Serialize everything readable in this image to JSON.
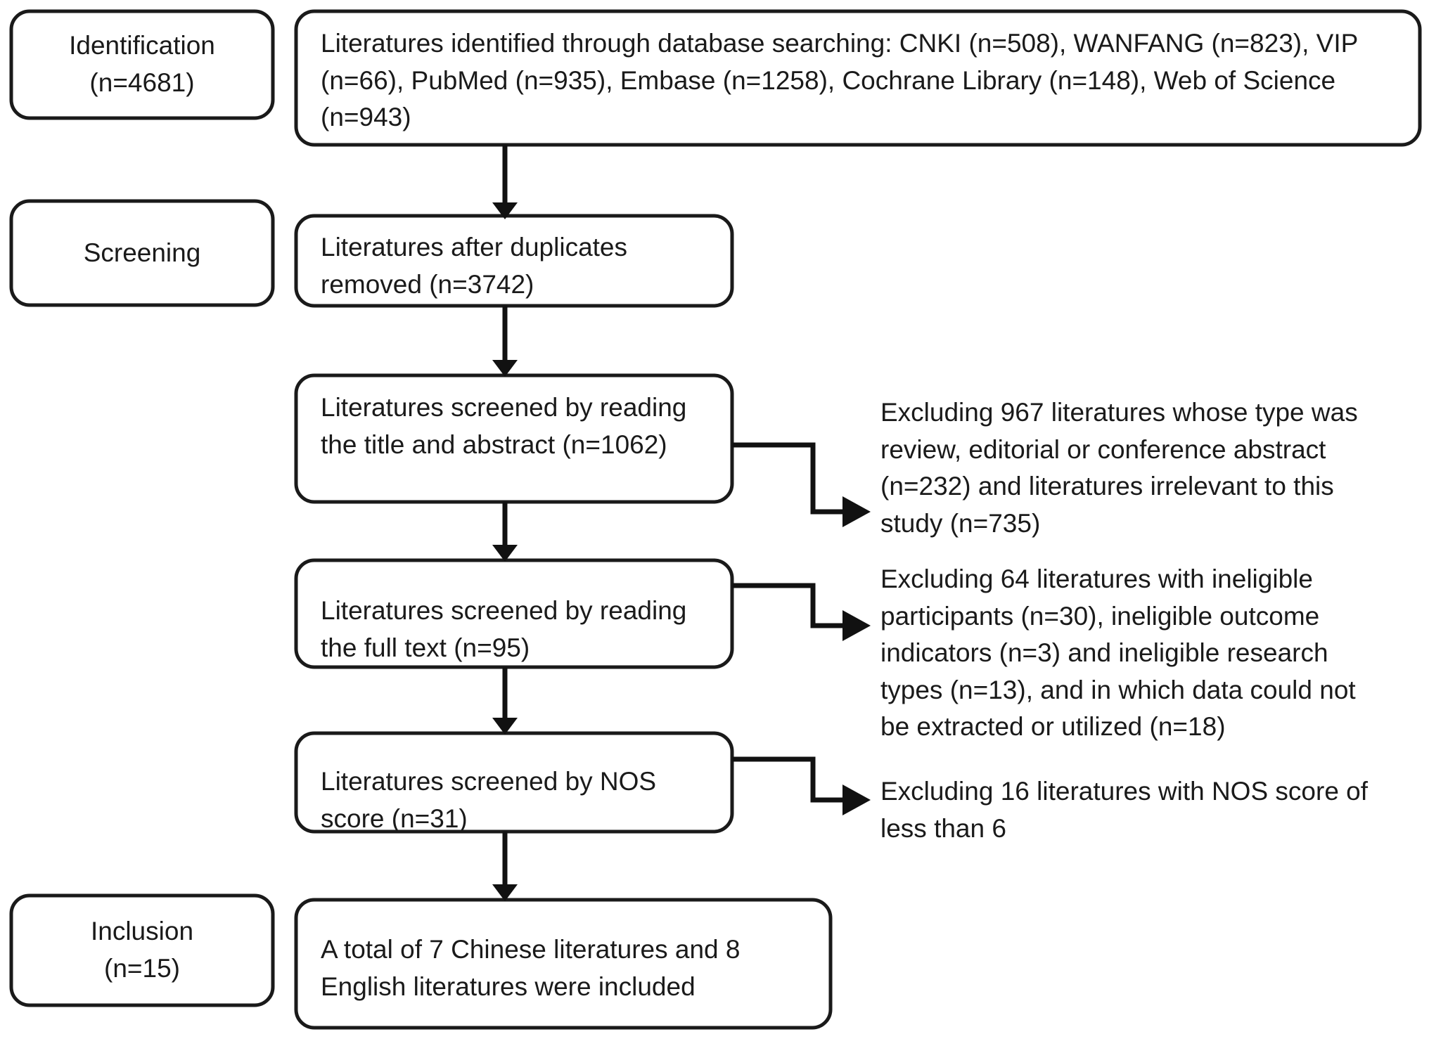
{
  "diagram": {
    "type": "prisma-flow-diagram",
    "colors": {
      "stroke": "#1a1a1a",
      "background": "#ffffff",
      "text": "#1a1a1a"
    },
    "stages": [
      {
        "id": "identification",
        "label_line1": "Identification",
        "label_line2": "(n=4681)",
        "count": 4681
      },
      {
        "id": "screening",
        "label_line1": "Screening",
        "label_line2": "",
        "count": null
      },
      {
        "id": "inclusion",
        "label_line1": "Inclusion",
        "label_line2": "(n=15)",
        "count": 15
      }
    ],
    "boxes": [
      {
        "id": "identified-records",
        "text": "Literatures identified through database searching: CNKI (n=508), WANFANG (n=823), VIP (n=66), PubMed (n=935), Embase (n=1258), Cochrane Library (n=148), Web of Science (n=943)",
        "sources": [
          {
            "name": "CNKI",
            "n": 508
          },
          {
            "name": "WANFANG",
            "n": 823
          },
          {
            "name": "VIP",
            "n": 66
          },
          {
            "name": "PubMed",
            "n": 935
          },
          {
            "name": "Embase",
            "n": 1258
          },
          {
            "name": "Cochrane Library",
            "n": 148
          },
          {
            "name": "Web of Science",
            "n": 943
          }
        ]
      },
      {
        "id": "duplicates-removed",
        "text": "Literatures after duplicates removed (n=3742)",
        "n": 3742
      },
      {
        "id": "screened-title-abstract",
        "text": "Literatures screened by reading the title and abstract (n=1062)",
        "n": 1062
      },
      {
        "id": "screened-full-text",
        "text": "Literatures screened by reading the full text (n=95)",
        "n": 95
      },
      {
        "id": "screened-nos-score",
        "text": "Literatures screened by NOS score (n=31)",
        "n": 31
      },
      {
        "id": "included-total",
        "text": "A total of 7 Chinese literatures and 8 English literatures were included",
        "chinese": 7,
        "english": 8,
        "total": 15
      }
    ],
    "exclusions": [
      {
        "id": "exclusion-title-abstract",
        "text": "Excluding 967 literatures whose type was review, editorial or conference abstract (n=232) and literatures irrelevant to this study (n=735)",
        "total": 967,
        "reasons": [
          {
            "reason": "review, editorial or conference abstract",
            "n": 232
          },
          {
            "reason": "literatures irrelevant to this study",
            "n": 735
          }
        ]
      },
      {
        "id": "exclusion-full-text",
        "text": "Excluding 64 literatures with ineligible participants (n=30), ineligible outcome indicators (n=3) and ineligible research types (n=13), and in which data could not be extracted or utilized (n=18)",
        "total": 64,
        "reasons": [
          {
            "reason": "ineligible participants",
            "n": 30
          },
          {
            "reason": "ineligible outcome indicators",
            "n": 3
          },
          {
            "reason": "ineligible research types",
            "n": 13
          },
          {
            "reason": "data could not be extracted or utilized",
            "n": 18
          }
        ]
      },
      {
        "id": "exclusion-nos-score",
        "text": "Excluding 16 literatures with NOS score of less than 6",
        "total": 16,
        "reasons": [
          {
            "reason": "NOS score of less than 6",
            "n": 16
          }
        ]
      }
    ]
  }
}
